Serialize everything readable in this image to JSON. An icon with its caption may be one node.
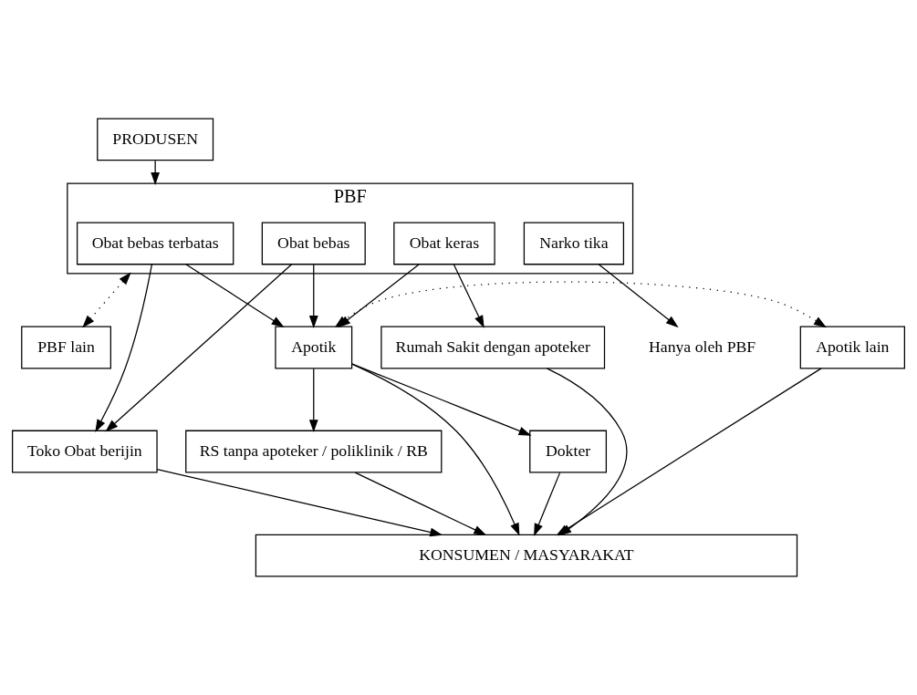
{
  "diagram": {
    "nodes": [
      {
        "text": [
          "PRODUSEN"
        ]
      },
      {
        "text": [
          "PBF"
        ]
      },
      {
        "text": [
          "Obat bebas"
        ],
        "in": 1
      },
      {
        "text": [
          "Obat bebas terbatas"
        ],
        "in": 1
      },
      {
        "text": [
          "Obat keras"
        ],
        "in": 1
      },
      {
        "text": [
          "Narko tika"
        ],
        "in": 1
      },
      {
        "text": [
          "PBF lain"
        ]
      },
      {
        "text": [
          "Hanya oleh PBF"
        ]
      },
      {
        "text": [
          "Apotik lain"
        ]
      },
      {
        "text": [
          "Apotik"
        ]
      },
      {
        "text": [
          "Rumah Sakit dengan apoteker"
        ]
      },
      {
        "text": [
          "Toko Obat berijin"
        ]
      },
      {
        "text": [
          "Dokter"
        ]
      },
      {
        "text": [
          "RS tanpa apoteker / poliklinik / RB"
        ]
      },
      {
        "text": [
          "KONSUMEN / MASYARAKAT"
        ]
      }
    ],
    "edges": [
      {
        "from": 0,
        "to": 1,
        "arrow": "to"
      },
      {
        "from": 1,
        "to": 6,
        "arrow": "both",
        "style": "dashed"
      },
      {
        "from": 5,
        "to": 7,
        "arrow": "to"
      },
      {
        "from": 2,
        "to": 11,
        "arrow": "to"
      },
      {
        "from": 2,
        "to": 9,
        "arrow": "to"
      },
      {
        "from": 3,
        "to": 11,
        "arrow": "to"
      },
      {
        "from": 3,
        "to": 9,
        "arrow": "to"
      },
      {
        "from": 4,
        "to": 9,
        "arrow": "to"
      },
      {
        "from": 4,
        "to": 10,
        "arrow": "to"
      },
      {
        "from": 8,
        "to": 9,
        "arrow": "both",
        "style": "dashed"
      },
      {
        "from": 8,
        "to": 14,
        "arrow": "to"
      },
      {
        "from": 9,
        "to": 12,
        "arrow": "to"
      },
      {
        "from": 9,
        "to": 14,
        "arrow": "to"
      },
      {
        "from": 9,
        "to": 13,
        "arrow": "to"
      },
      {
        "from": 11,
        "to": 14,
        "arrow": "to"
      },
      {
        "from": 12,
        "to": 14,
        "arrow": "to"
      },
      {
        "from": 13,
        "to": 14,
        "arrow": "to"
      },
      {
        "from": 10,
        "to": 14,
        "arrow": "to"
      }
    ]
  }
}
